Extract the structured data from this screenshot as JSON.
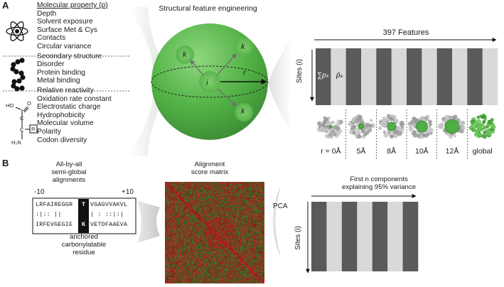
{
  "panels": {
    "a": "A",
    "b": "B"
  },
  "panel_a": {
    "property_header": "Molecular property (p)",
    "groups": [
      {
        "icon": "atom-icon",
        "items": [
          "Depth",
          "Solvent exposure",
          "Surface Met & Cys",
          "Contacts",
          "Circular variance"
        ]
      },
      {
        "icon": "helix-chain-icon",
        "items": [
          "Secondary structure",
          "Disorder",
          "Protein binding",
          "Metal binding"
        ]
      },
      {
        "icon": "amino-acid-icon",
        "items": [
          "Relative reactivity",
          "Oxidation rate constant",
          "Electrostatic charge",
          "Hydrophobicity",
          "Molecular volume",
          "Polarity",
          "Codon diversity"
        ]
      }
    ],
    "amino_acid_labels": {
      "top": "HO",
      "o": "O",
      "c1": "C",
      "c2": "C",
      "r": "R",
      "h2n": "H₂N"
    },
    "sphere_title": "Structural feature engineering",
    "sphere_labels": {
      "center": "i",
      "neighbor": "k",
      "radius": "r"
    },
    "features_label": "397 Features",
    "sites_label": "Sites (i)",
    "sum_label": "∑pₖ",
    "mean_label": "p̄ₖ",
    "radius_labels": [
      "r = 0Å",
      "5Å",
      "8Å",
      "10Å",
      "12Å",
      "global"
    ]
  },
  "panel_b": {
    "alignment_title": "All-by-all\nsemi-global\nalignments",
    "range_left": "-10",
    "range_right": "+10",
    "seq_top_left": "LRFAIREGGR",
    "seq_top_center": "T",
    "seq_top_right": "VGAGVVAKVL",
    "seq_mid_left": ":|:: ||",
    "seq_mid_right": "| : ::|:|",
    "seq_bot_left": "IRFEVGEGIE",
    "seq_bot_center": "K",
    "seq_bot_right": "VETDFAAEVA",
    "anchor_caption": "anchored\ncarbonylatable\nresidue",
    "matrix_title": "Alignment\nscore matrix",
    "pca_label": "PCA",
    "components_caption": "First n components\nexplaining 95% variance",
    "sites_label": "Sites (i)"
  },
  "colors": {
    "green_dark": "#3f9a3a",
    "green_light": "#9fd88f",
    "stripe_dark": "#5a5a5a",
    "stripe_light": "#d9d9d9",
    "matrix_red": "#d22a2a",
    "matrix_green": "#3c8f2a"
  }
}
